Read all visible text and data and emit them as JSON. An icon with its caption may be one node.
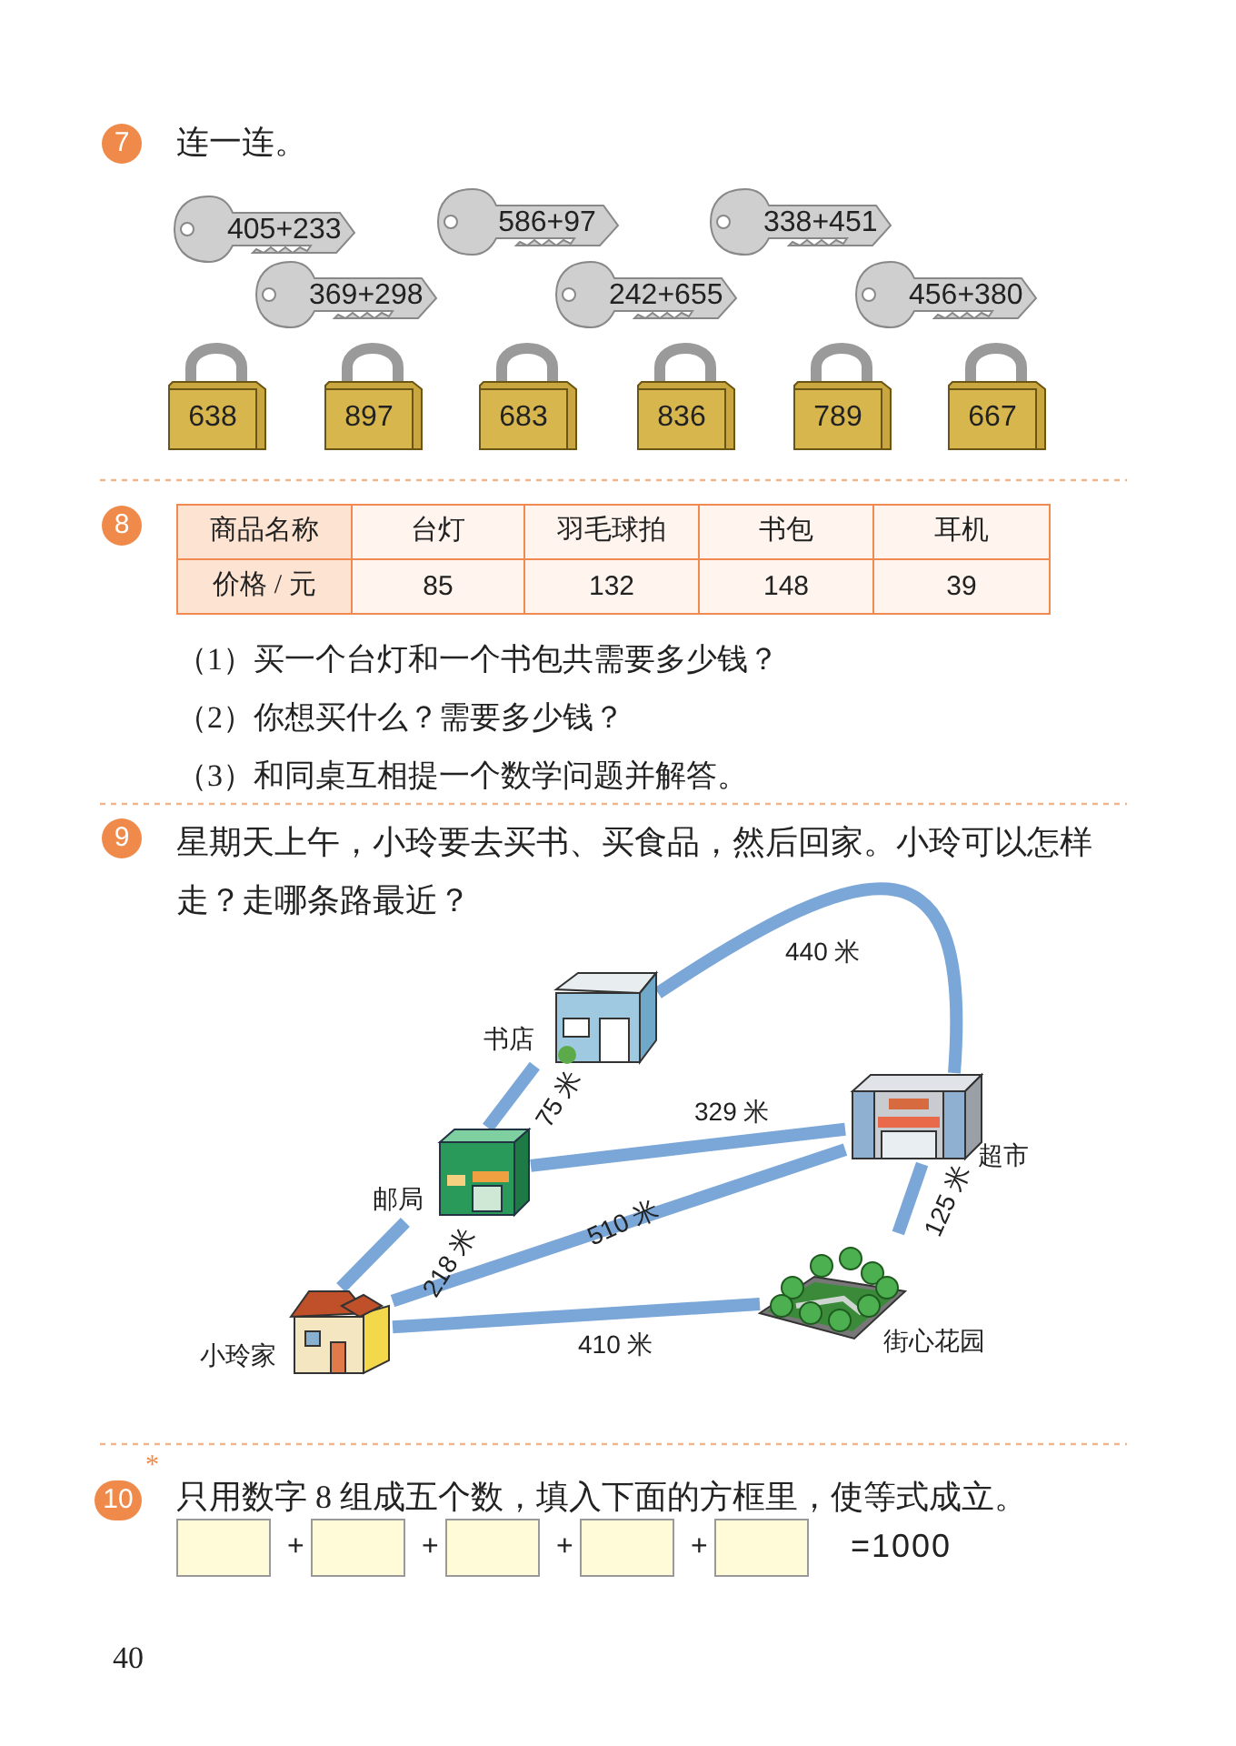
{
  "diagram": {
    "nodes": [
      {
        "text": [
          "405+233"
        ]
      },
      {
        "text": [
          "586+97"
        ]
      },
      {
        "text": [
          "338+451"
        ]
      },
      {
        "text": [
          "369+298"
        ]
      },
      {
        "text": [
          "242+655"
        ]
      },
      {
        "text": [
          "456+380"
        ]
      },
      {
        "text": [
          "638"
        ]
      },
      {
        "text": [
          "897"
        ]
      },
      {
        "text": [
          "683"
        ]
      },
      {
        "text": [
          "836"
        ]
      },
      {
        "text": [
          "789"
        ]
      },
      {
        "text": [
          "667"
        ]
      },
      {
        "text": [
          "书店"
        ]
      },
      {
        "text": [
          "邮局"
        ]
      },
      {
        "text": [
          "超市"
        ]
      },
      {
        "text": [
          "街心花园"
        ]
      },
      {
        "text": [
          "小玲家"
        ]
      },
      {
        "text": [],
        "shape": "box"
      },
      {
        "text": [],
        "shape": "box"
      },
      {
        "text": [],
        "shape": "box"
      },
      {
        "text": [],
        "shape": "box"
      },
      {
        "text": [],
        "shape": "box"
      }
    ],
    "edges": [
      {
        "from": 12,
        "to": 14,
        "arrow": "none",
        "label": "440 米"
      },
      {
        "from": 13,
        "to": 12,
        "arrow": "none",
        "label": "75 米"
      },
      {
        "from": 13,
        "to": 14,
        "arrow": "none",
        "label": "329 米"
      },
      {
        "from": 16,
        "to": 13,
        "arrow": "none",
        "label": "218 米"
      },
      {
        "from": 16,
        "to": 14,
        "arrow": "none",
        "label": "510 米"
      },
      {
        "from": 14,
        "to": 15,
        "arrow": "none",
        "label": "125 米"
      },
      {
        "from": 16,
        "to": 15,
        "arrow": "none",
        "label": "410 米"
      }
    ],
    "labels": [
      "7",
      "连一连。",
      "8",
      "商品名称",
      "台灯",
      "羽毛球拍",
      "书包",
      "耳机",
      "价格 / 元",
      "85",
      "132",
      "148",
      "39",
      "（1）买一个台灯和一个书包共需要多少钱？",
      "（2）你想买什么？需要多少钱？",
      "（3）和同桌互相提一个数学问题并解答。",
      "9",
      "星期天上午，小玲要去买书、买食品，然后回家。小玲可以怎样走？走哪条路最近？",
      "10",
      "*",
      "只用数字 8 组成五个数，填入下面的方框里，使等式成立。",
      "+",
      "+",
      "+",
      "+",
      "=1000",
      "40"
    ]
  }
}
